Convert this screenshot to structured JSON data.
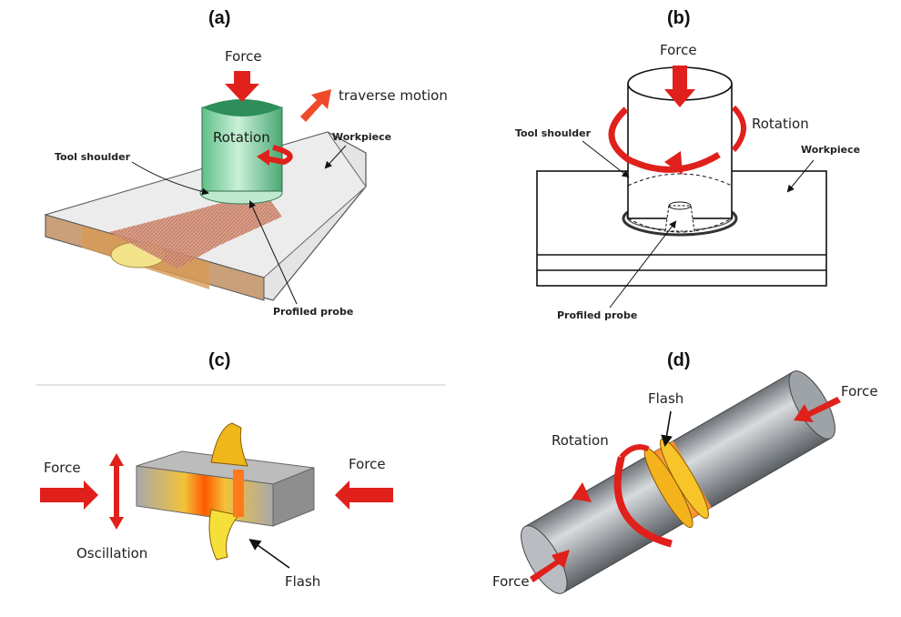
{
  "panels": {
    "a": {
      "label": "(a)",
      "force": "Force",
      "traverse": "traverse motion",
      "rotation": "Rotation",
      "workpiece": "Workpiece",
      "tool_shoulder": "Tool shoulder",
      "profiled_probe": "Profiled probe"
    },
    "b": {
      "label": "(b)",
      "force": "Force",
      "rotation": "Rotation",
      "tool_shoulder": "Tool shoulder",
      "workpiece": "Workpiece",
      "profiled_probe": "Profiled probe"
    },
    "c": {
      "label": "(c)",
      "force_left": "Force",
      "force_right": "Force",
      "oscillation": "Oscillation",
      "flash": "Flash"
    },
    "d": {
      "label": "(d)",
      "force_top": "Force",
      "force_bottom": "Force",
      "flash": "Flash",
      "rotation": "Rotation"
    }
  },
  "colors": {
    "arrow_red": "#e0201b",
    "tool_green": "#7fd3a3",
    "weld_orange": "#e8a23a",
    "flash_yellow": "#f5d400",
    "metal_grey": "#9ea3a8"
  }
}
